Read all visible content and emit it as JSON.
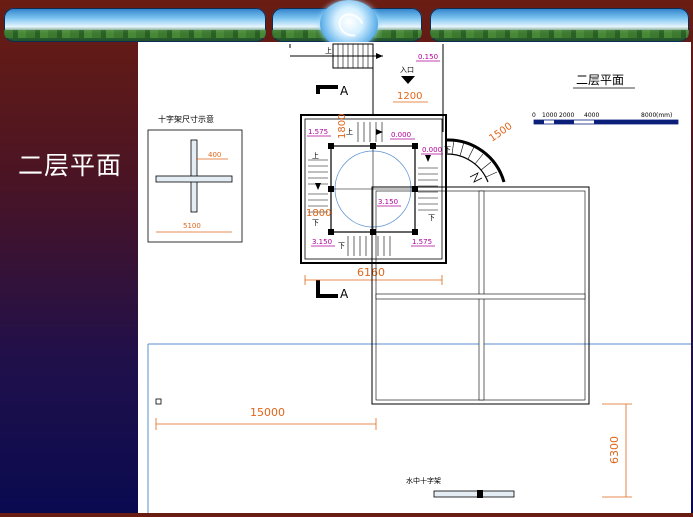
{
  "slide": {
    "title": "二层平面"
  },
  "drawing": {
    "plan_title": "二层平面",
    "inset_title": "十字架尺寸示意",
    "inset_dim_small": "400",
    "inset_dim_wide": "5100",
    "scale_ticks": [
      "0",
      "1000",
      "2000",
      "4000",
      "8000"
    ],
    "scale_unit": "(mm)",
    "entrance_label": "入口",
    "up_label": "上",
    "down_label": "下",
    "level_0150": "0.150",
    "level_0000_a": "0.000",
    "level_0000_b": "0.000",
    "level_1575_a": "1.575",
    "level_1575_b": "1.575",
    "level_3150_a": "3.150",
    "level_3150_b": "3.150",
    "dim_1200": "1200",
    "dim_1500": "1500",
    "dim_1800_a": "1800",
    "dim_1800_b": "1800",
    "dim_6160": "6160",
    "dim_15000": "15000",
    "dim_6300": "6300",
    "section_a_top": "A",
    "section_a_bottom": "A",
    "water_cross_label": "水中十字架"
  },
  "colors": {
    "dimension": "#e0661a",
    "level": "#b0009a",
    "water": "#5a8fd0"
  }
}
